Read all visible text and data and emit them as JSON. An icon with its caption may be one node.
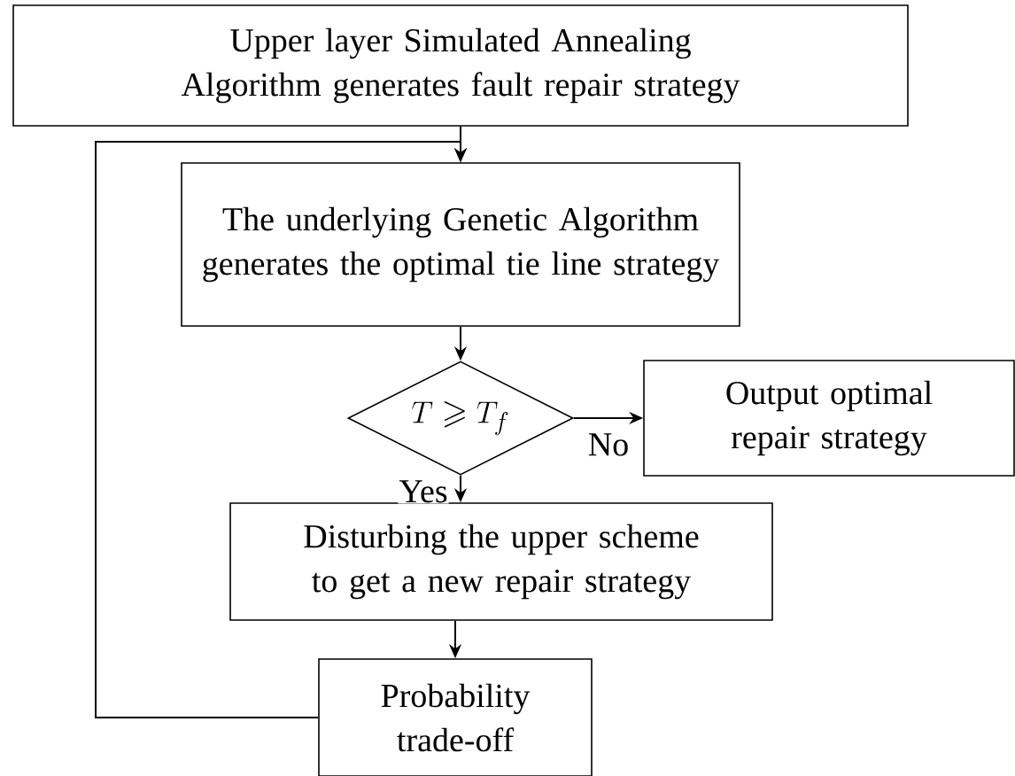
{
  "diagram": {
    "nodes": [
      {
        "text": [
          "Upper layer Simulated Annealing Algorithm generates fault repair strategy"
        ]
      },
      {
        "text": [
          "The underlying Genetic Algorithm generates the optimal tie line strategy"
        ]
      },
      {
        "text": [
          "T \\geqslant T_f"
        ]
      },
      {
        "text": [
          "Output optimal repair strategy"
        ]
      },
      {
        "text": [
          "Disturbing the upper scheme to get a new repair strategy"
        ]
      },
      {
        "text": [
          "Probability trade-off"
        ]
      }
    ],
    "edges": [
      {
        "from": 0,
        "to": 1,
        "arrow": "to"
      },
      {
        "from": 1,
        "to": 2,
        "arrow": "to"
      },
      {
        "from": 2,
        "to": 3,
        "arrow": "to",
        "label": "No"
      },
      {
        "from": 2,
        "to": 4,
        "arrow": "to",
        "label": "Yes"
      },
      {
        "from": 4,
        "to": 5,
        "arrow": "to"
      },
      {
        "from": 5,
        "to": 1,
        "arrow": "to"
      }
    ]
  }
}
